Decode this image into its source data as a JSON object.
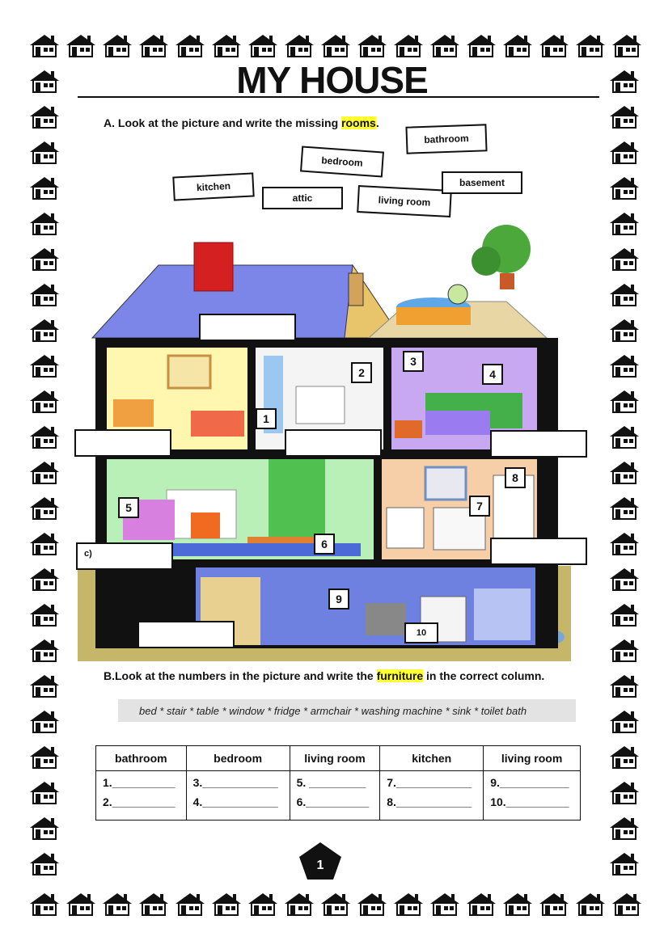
{
  "title": "MY HOUSE",
  "section_a": {
    "prefix": "A. Look at the picture and  write the missing ",
    "highlight": "rooms",
    "suffix": "."
  },
  "word_cards": [
    "bathroom",
    "bedroom",
    "kitchen",
    "attic",
    "living room",
    "basement"
  ],
  "scene": {
    "room_labels": {
      "c": "c)"
    },
    "numbers": [
      "1",
      "2",
      "3",
      "4",
      "5",
      "6",
      "7",
      "8",
      "9",
      "10"
    ]
  },
  "section_b": {
    "prefix": "B.Look at the numbers in the picture and write the ",
    "highlight": "furniture",
    "suffix": " in the correct column."
  },
  "wordbank": "bed * stair * table *  window * fridge * armchair * washing machine * sink * toilet   bath",
  "table": {
    "headers": [
      "bathroom",
      "bedroom",
      "living room",
      "kitchen",
      "living room"
    ],
    "rows": [
      [
        "1.__________",
        "3.____________",
        "5. _________",
        "7.____________",
        "9.___________"
      ],
      [
        "2.__________",
        "4.____________",
        "6.__________",
        "8.____________",
        "10.__________"
      ]
    ]
  },
  "page_number": "1",
  "colors": {
    "highlight": "#ffff33",
    "roof": "#7b86e8",
    "chimney": "#d42020",
    "ground": "#c6b66a"
  }
}
